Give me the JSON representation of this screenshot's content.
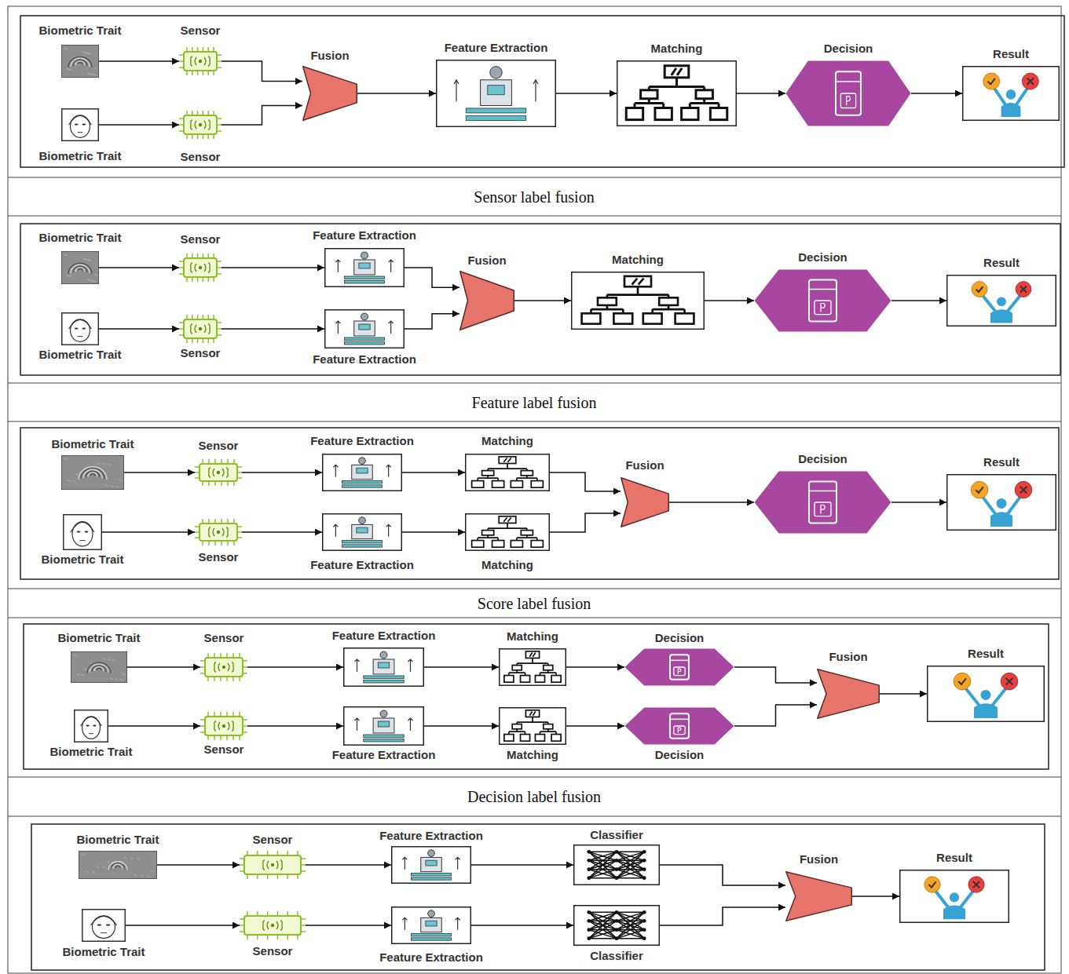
{
  "diagram": {
    "nodes": [
      {
        "text": [
          "Biometric Trait"
        ]
      },
      {
        "text": [
          "Biometric Trait"
        ]
      },
      {
        "text": [
          "Sensor"
        ]
      },
      {
        "text": [
          "Sensor"
        ]
      },
      {
        "text": [
          "Fusion"
        ]
      },
      {
        "text": [
          "Feature Extraction"
        ]
      },
      {
        "text": [
          "Matching"
        ]
      },
      {
        "text": [
          "Decision"
        ]
      },
      {
        "text": [
          "Result"
        ]
      },
      {
        "text": [
          "Biometric Trait"
        ]
      },
      {
        "text": [
          "Biometric Trait"
        ]
      },
      {
        "text": [
          "Sensor"
        ]
      },
      {
        "text": [
          "Sensor"
        ]
      },
      {
        "text": [
          "Feature Extraction"
        ]
      },
      {
        "text": [
          "Feature Extraction"
        ]
      },
      {
        "text": [
          "Fusion"
        ]
      },
      {
        "text": [
          "Matching"
        ]
      },
      {
        "text": [
          "Decision"
        ]
      },
      {
        "text": [
          "Result"
        ]
      },
      {
        "text": [
          "Biometric Trait"
        ]
      },
      {
        "text": [
          "Biometric Trait"
        ]
      },
      {
        "text": [
          "Sensor"
        ]
      },
      {
        "text": [
          "Sensor"
        ]
      },
      {
        "text": [
          "Feature Extraction"
        ]
      },
      {
        "text": [
          "Feature Extraction"
        ]
      },
      {
        "text": [
          "Matching"
        ]
      },
      {
        "text": [
          "Matching"
        ]
      },
      {
        "text": [
          "Fusion"
        ]
      },
      {
        "text": [
          "Decision"
        ]
      },
      {
        "text": [
          "Result"
        ]
      },
      {
        "text": [
          "Biometric Trait"
        ]
      },
      {
        "text": [
          "Biometric Trait"
        ]
      },
      {
        "text": [
          "Sensor"
        ]
      },
      {
        "text": [
          "Sensor"
        ]
      },
      {
        "text": [
          "Feature Extraction"
        ]
      },
      {
        "text": [
          "Feature Extraction"
        ]
      },
      {
        "text": [
          "Matching"
        ]
      },
      {
        "text": [
          "Matching"
        ]
      },
      {
        "text": [
          "Decision"
        ]
      },
      {
        "text": [
          "Decision"
        ]
      },
      {
        "text": [
          "Fusion"
        ]
      },
      {
        "text": [
          "Result"
        ]
      },
      {
        "text": [
          "Biometric Trait"
        ]
      },
      {
        "text": [
          "Biometric Trait"
        ]
      },
      {
        "text": [
          "Sensor"
        ]
      },
      {
        "text": [
          "Sensor"
        ]
      },
      {
        "text": [
          "Feature Extraction"
        ]
      },
      {
        "text": [
          "Feature Extraction"
        ]
      },
      {
        "text": [
          "Classifier"
        ]
      },
      {
        "text": [
          "Classifier"
        ]
      },
      {
        "text": [
          "Fusion"
        ]
      },
      {
        "text": [
          "Result"
        ]
      }
    ],
    "edges": [
      {
        "from": 0,
        "to": 2,
        "arrow": "to"
      },
      {
        "from": 1,
        "to": 3,
        "arrow": "to"
      },
      {
        "from": 2,
        "to": 4,
        "arrow": "to"
      },
      {
        "from": 3,
        "to": 4,
        "arrow": "to"
      },
      {
        "from": 4,
        "to": 5,
        "arrow": "to"
      },
      {
        "from": 5,
        "to": 6,
        "arrow": "to"
      },
      {
        "from": 6,
        "to": 7,
        "arrow": "to"
      },
      {
        "from": 7,
        "to": 8,
        "arrow": "to"
      },
      {
        "from": 9,
        "to": 11,
        "arrow": "to"
      },
      {
        "from": 10,
        "to": 12,
        "arrow": "to"
      },
      {
        "from": 11,
        "to": 13,
        "arrow": "to"
      },
      {
        "from": 12,
        "to": 14,
        "arrow": "to"
      },
      {
        "from": 13,
        "to": 15,
        "arrow": "to"
      },
      {
        "from": 14,
        "to": 15,
        "arrow": "to"
      },
      {
        "from": 15,
        "to": 16,
        "arrow": "to"
      },
      {
        "from": 16,
        "to": 17,
        "arrow": "to"
      },
      {
        "from": 17,
        "to": 18,
        "arrow": "to"
      },
      {
        "from": 19,
        "to": 21,
        "arrow": "to"
      },
      {
        "from": 20,
        "to": 22,
        "arrow": "to"
      },
      {
        "from": 21,
        "to": 23,
        "arrow": "to"
      },
      {
        "from": 22,
        "to": 24,
        "arrow": "to"
      },
      {
        "from": 23,
        "to": 25,
        "arrow": "to"
      },
      {
        "from": 24,
        "to": 26,
        "arrow": "to"
      },
      {
        "from": 25,
        "to": 27,
        "arrow": "to"
      },
      {
        "from": 26,
        "to": 27,
        "arrow": "to"
      },
      {
        "from": 27,
        "to": 28,
        "arrow": "to"
      },
      {
        "from": 28,
        "to": 29,
        "arrow": "to"
      },
      {
        "from": 30,
        "to": 32,
        "arrow": "to"
      },
      {
        "from": 31,
        "to": 33,
        "arrow": "to"
      },
      {
        "from": 32,
        "to": 34,
        "arrow": "to"
      },
      {
        "from": 33,
        "to": 35,
        "arrow": "to"
      },
      {
        "from": 34,
        "to": 36,
        "arrow": "to"
      },
      {
        "from": 35,
        "to": 37,
        "arrow": "to"
      },
      {
        "from": 36,
        "to": 38,
        "arrow": "to"
      },
      {
        "from": 37,
        "to": 39,
        "arrow": "to"
      },
      {
        "from": 38,
        "to": 40,
        "arrow": "to"
      },
      {
        "from": 39,
        "to": 40,
        "arrow": "to"
      },
      {
        "from": 40,
        "to": 41,
        "arrow": "to"
      },
      {
        "from": 42,
        "to": 44,
        "arrow": "to"
      },
      {
        "from": 43,
        "to": 45,
        "arrow": "to"
      },
      {
        "from": 44,
        "to": 46,
        "arrow": "to"
      },
      {
        "from": 45,
        "to": 47,
        "arrow": "to"
      },
      {
        "from": 46,
        "to": 48,
        "arrow": "to"
      },
      {
        "from": 47,
        "to": 49,
        "arrow": "to"
      },
      {
        "from": 48,
        "to": 50,
        "arrow": "to"
      },
      {
        "from": 49,
        "to": 50,
        "arrow": "to"
      },
      {
        "from": 50,
        "to": 51,
        "arrow": "to"
      }
    ],
    "labels": [
      "Sensor label fusion",
      "Feature label fusion",
      "Score label fusion",
      "Decision label fusion"
    ]
  }
}
